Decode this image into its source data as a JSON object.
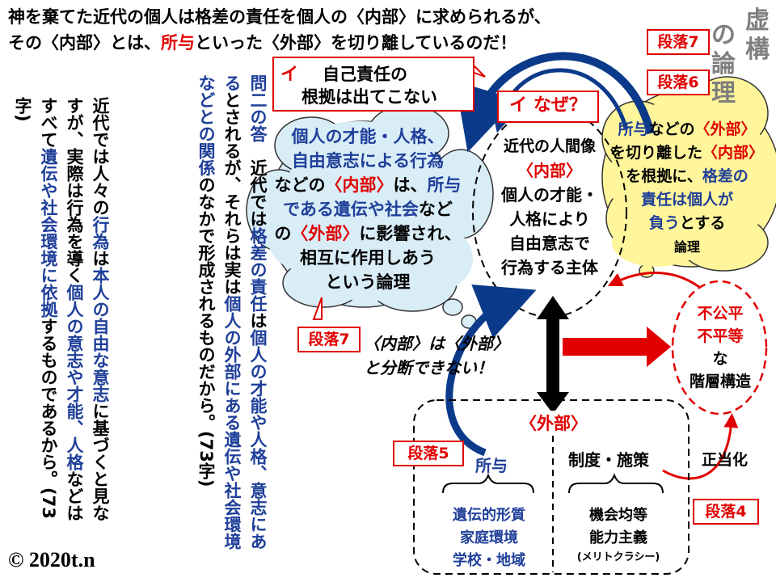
{
  "header": {
    "line1": [
      "神を棄てた近代の個人は格差の責任を個人の〈内部〉に求められるが、"
    ],
    "line2": [
      "その〈内部〉とは、",
      "所与",
      "といった〈外部〉を切り離しているのだ！"
    ]
  },
  "side_title": [
    "虚",
    "構",
    "の",
    "論",
    "理"
  ],
  "col_a": [
    "近代では人々の",
    "行為",
    "は",
    "本人の自由な意志",
    "に基づくと見なすが、実際は行為を導く",
    "個人の意志や才能、人格",
    "などはすべて",
    "遺伝や社会環境に依拠",
    "するものであるから。(73字)"
  ],
  "col_b": [
    "問二の答",
    "近代では",
    "格差の責任",
    "は",
    "個人の才能や人格、意志にある",
    "とされるが、それらは実は",
    "個人の外部にある遺伝や社会環境などとの関係",
    "のなかで形成されるものだから。(73字)"
  ],
  "callout_i": {
    "mark": "イ",
    "line1": "自己責任の",
    "line2": "根拠は出てこない"
  },
  "callout_why": "イ なぜ？",
  "tags": {
    "para7_top": "段落7",
    "para6": "段落6",
    "para7_left": "段落7",
    "para5": "段落5",
    "para4": "段落4"
  },
  "cloud_left": [
    [
      "個人の才能・人格、"
    ],
    [
      "自由意志による行為"
    ],
    [
      "などの",
      "〈内部〉",
      "は、",
      "所与"
    ],
    [
      "である遺伝や社会",
      "など"
    ],
    [
      "の",
      "〈外部〉",
      "に影響され、"
    ],
    [
      "相互に作用しあう"
    ],
    [
      "という論理"
    ]
  ],
  "center_oval": [
    "近代の人間像",
    "〈内部〉",
    "個人の才能・",
    "人格により",
    "自由意志で",
    "行為する主体"
  ],
  "cloud_right": [
    [
      "所与",
      "などの",
      "〈外部〉"
    ],
    [
      "を切り離した",
      "〈内部〉"
    ],
    [
      "を根拠に、",
      "格差の"
    ],
    [
      "責任は個人が"
    ],
    [
      "負う",
      "とする"
    ],
    [
      "論理"
    ]
  ],
  "inner_outer_note": {
    "line1": "〈内部〉は〈外部〉",
    "line2": "と分断できない！"
  },
  "inequality": [
    "不公平",
    "不平等",
    "な",
    "階層構造"
  ],
  "outer_box": {
    "label": "〈外部〉",
    "given": "所与",
    "system": "制度・施策",
    "given_items": [
      "遺伝的形質",
      "家庭環境",
      "学校・地域"
    ],
    "system_items": [
      "機会均等",
      "能力主義",
      "(メリトクラシー)"
    ]
  },
  "justify": "正当化",
  "copyright": "© 2020t.n",
  "colors": {
    "red": "#e00000",
    "blue": "#1f3f99",
    "cloud_blue": "#d9edf7",
    "cloud_yellow": "#fff59a",
    "gray": "#7f7f7f",
    "navy": "#0b3a8a"
  }
}
